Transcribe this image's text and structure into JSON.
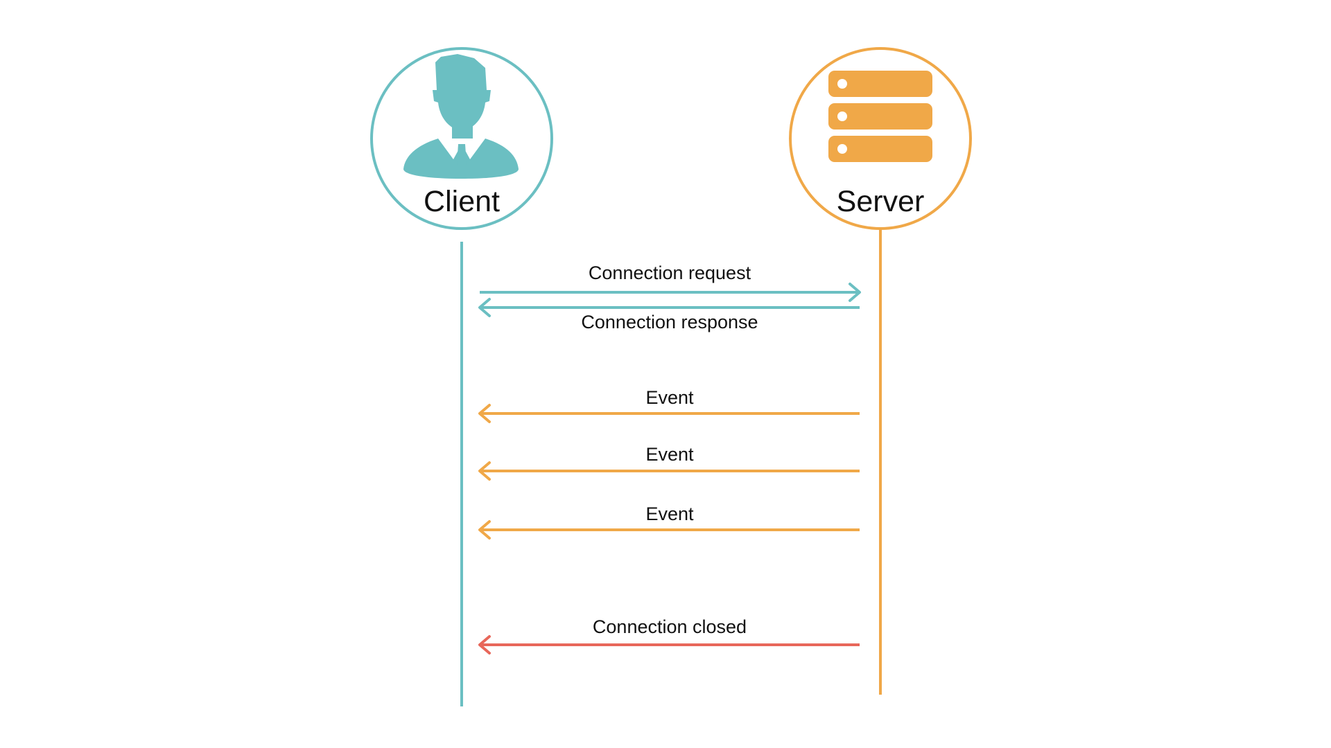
{
  "colors": {
    "client": "#6bbfc2",
    "server": "#f0a848",
    "closed": "#e8675a"
  },
  "actors": {
    "client": {
      "label": "Client",
      "icon": "person-icon"
    },
    "server": {
      "label": "Server",
      "icon": "server-icon"
    }
  },
  "messages": [
    {
      "label": "Connection request",
      "from": "client",
      "to": "server",
      "color": "client"
    },
    {
      "label": "Connection response",
      "from": "server",
      "to": "client",
      "color": "client"
    },
    {
      "label": "Event",
      "from": "server",
      "to": "client",
      "color": "server"
    },
    {
      "label": "Event",
      "from": "server",
      "to": "client",
      "color": "server"
    },
    {
      "label": "Event",
      "from": "server",
      "to": "client",
      "color": "server"
    },
    {
      "label": "Connection closed",
      "from": "server",
      "to": "client",
      "color": "closed"
    }
  ]
}
